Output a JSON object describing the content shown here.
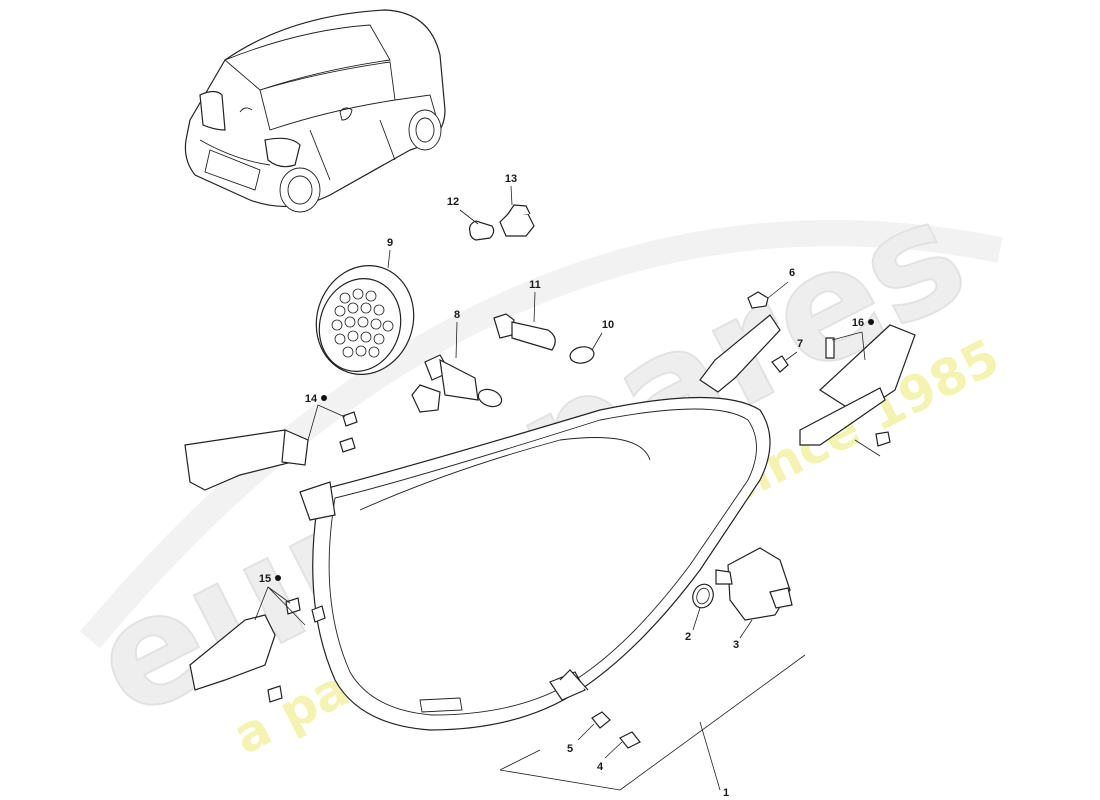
{
  "watermark": {
    "brand": "eurospares",
    "tagline": "a passion for parts since 1985"
  },
  "callouts": [
    {
      "id": "1",
      "label": "1"
    },
    {
      "id": "2",
      "label": "2"
    },
    {
      "id": "3",
      "label": "3"
    },
    {
      "id": "4",
      "label": "4"
    },
    {
      "id": "5",
      "label": "5"
    },
    {
      "id": "6",
      "label": "6"
    },
    {
      "id": "7",
      "label": "7"
    },
    {
      "id": "8",
      "label": "8"
    },
    {
      "id": "9",
      "label": "9"
    },
    {
      "id": "10",
      "label": "10"
    },
    {
      "id": "11",
      "label": "11"
    },
    {
      "id": "12",
      "label": "12"
    },
    {
      "id": "13",
      "label": "13"
    },
    {
      "id": "14",
      "label": "14",
      "dot": true
    },
    {
      "id": "15",
      "label": "15",
      "dot": true
    },
    {
      "id": "16",
      "label": "16",
      "dot": true
    }
  ]
}
